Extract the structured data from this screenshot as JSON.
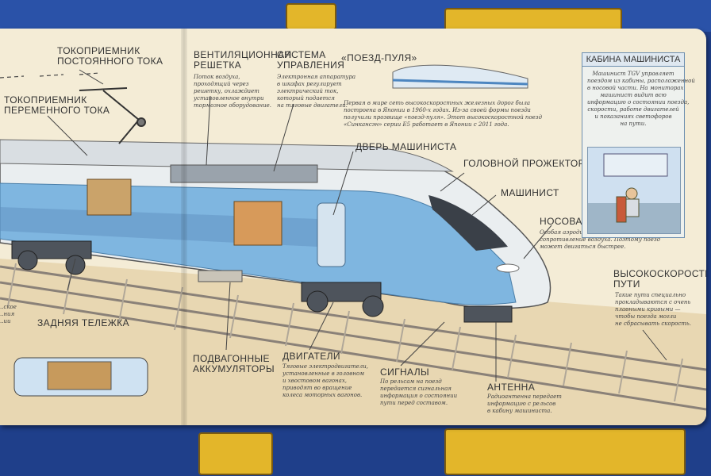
{
  "labels": {
    "pantograph_dc": "ТОКОПРИЕМНИК\nПОСТОЯННОГО ТОКА",
    "pantograph_ac": "ТОКОПРИЕМНИК\nПЕРЕМЕННОГО ТОКА",
    "vent_grille": "ВЕНТИЛЯЦИОННАЯ\nРЕШЕТКА",
    "control_system": "СИСТЕМА\nУПРАВЛЕНИЯ",
    "bullet_train": "«ПОЕЗД-ПУЛЯ»",
    "driver_door": "ДВЕРЬ МАШИНИСТА",
    "headlight": "ГОЛОВНОЙ ПРОЖЕКТОР",
    "driver": "МАШИНИСТ",
    "nose": "НОСОВАЯ ЧАСТЬ",
    "highspeed_tracks": "ВЫСОКОСКОРОСТНЫЕ\nПУТИ",
    "rear_bogie": "ЗАДНЯЯ ТЕЛЕЖКА",
    "batteries": "ПОДВАГОННЫЕ\nАККУМУЛЯТОРЫ",
    "engines": "ДВИГАТЕЛИ",
    "signals": "СИГНАЛЫ",
    "antenna": "АНТЕННА"
  },
  "descriptions": {
    "vent_grille": "Поток воздуха,\nпроходящий через\nрешетку, охлаждает\nустановленное внутри\nтормозное оборудование.",
    "control_system": "Электронная аппаратура\nв шкафах регулирует\nэлектрический ток,\nкоторый подается\nна тяговые двигатели.",
    "bullet_train": "Первая в мире сеть высокоскоростных железных дорог была\nпостроена в Японии в 1960-х годах. Из-за своей формы поезда\nполучили прозвище «поезд-пуля». Этот высокоскоростной поезд\n«Синкансэн» серии Е5 работает в Японии с 2011 года.",
    "nose": "Особая аэродинамическая форма уменьшает\nсопротивление воздуха. Поэтому поезд\nможет двигаться быстрее.",
    "highspeed_tracks": "Такие пути специально\nпрокладываются с очень\nплавными кривыми —\nчтобы поезда могли\nне сбрасывать скорость.",
    "engines": "Тяговые электродвигатели,\nустановленные в головном\nи хвостовом вагонах,\nприводят во вращение\nколеса моторных вагонов.",
    "signals": "По рельсам на поезд\nпередается сигнальная\nинформация о состоянии\nпути перед составом.",
    "antenna": "Радиоантенна передает\nинформацию с рельсов\nв кабину машиниста.",
    "left_partial": "..ское\n..ния\n..ии"
  },
  "cabin_box": {
    "title": "КАБИНА МАШИНИСТА",
    "text": "Машинист TGV управляет\nпоездом из кабины, расположенной\nв носовой части. На мониторах\nмашинист видит всю\nинформацию о состоянии поезда,\nскорости, работе двигателей\nи показаниях светофоров\nна пути."
  },
  "colors": {
    "page": "#f4ecd6",
    "train_blue": "#7fb6e0",
    "train_white": "#eaeef0",
    "train_grey": "#8b94a0",
    "background_blue": "#1f3f8a",
    "background_yellow": "#e3b62a"
  }
}
